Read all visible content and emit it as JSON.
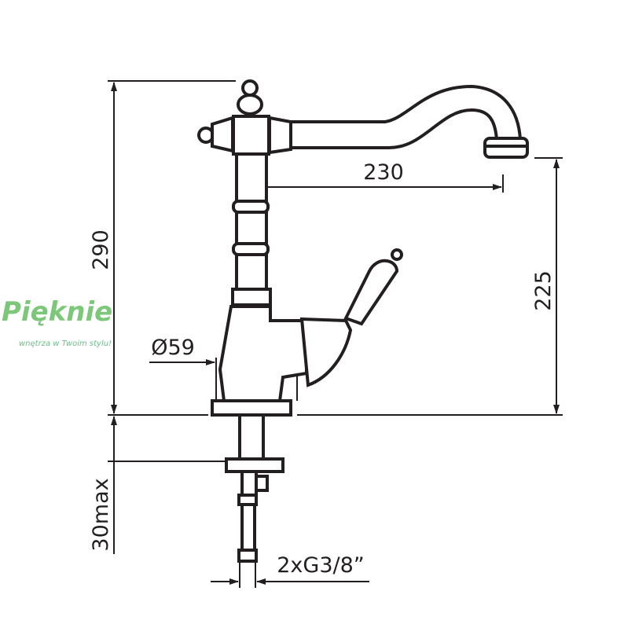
{
  "dimensions": {
    "total_height": "290",
    "spout_reach": "230",
    "spout_height": "225",
    "base_diameter": "Ø59",
    "max_counter_thickness": "30max",
    "connection": "2xG3/8”"
  },
  "logo": {
    "name": "Pięknie",
    "tagline": "wnętrza w Twoim stylu!"
  },
  "colors": {
    "line": "#231f20",
    "logo": "#7cc77a"
  }
}
